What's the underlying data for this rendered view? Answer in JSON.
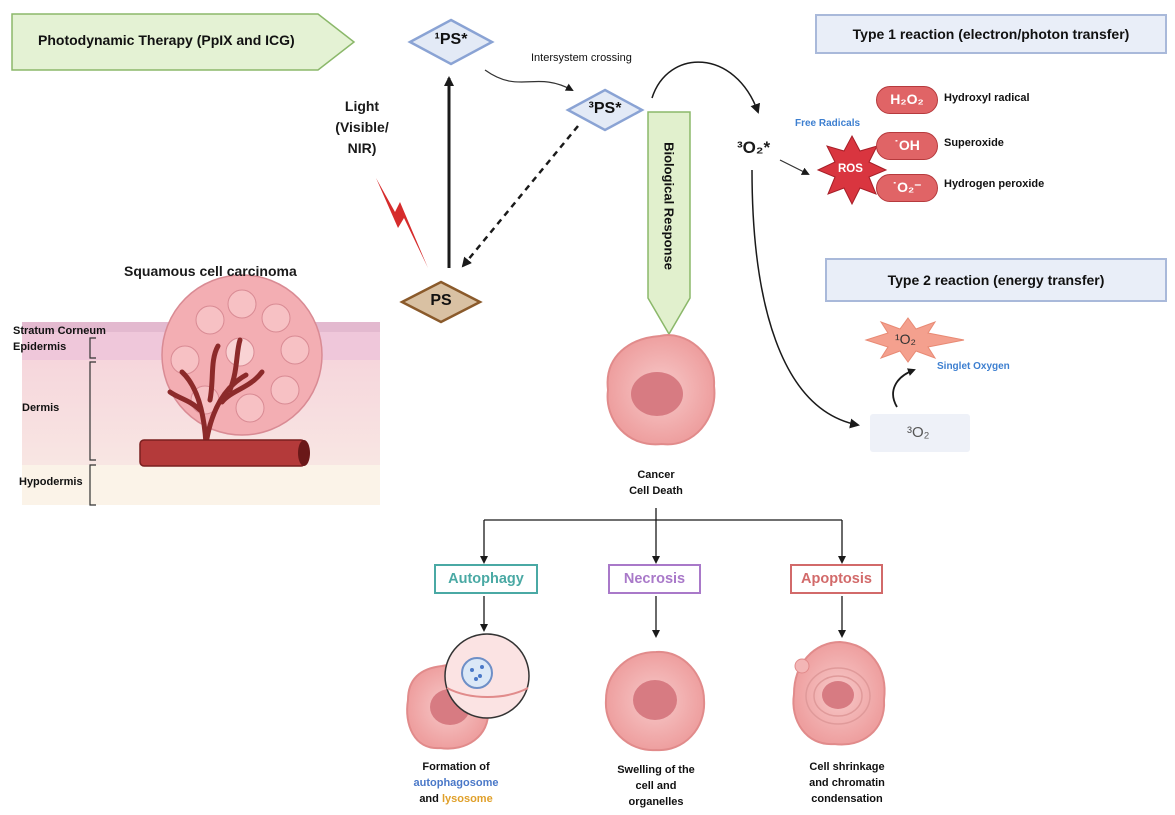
{
  "banner": {
    "title": "Photodynamic Therapy  (PpIX and ICG)"
  },
  "states": {
    "singlet_ps": "¹PS*",
    "triplet_ps": "³PS*",
    "ground_ps": "PS",
    "intersystem_crossing": "Intersystem crossing"
  },
  "light": {
    "line1": "Light",
    "line2": "(Visible/",
    "line3": "NIR)"
  },
  "biological_response": "Biological Response",
  "type1": {
    "title": "Type 1 reaction (electron/photon transfer)",
    "oxygen_excited": "³O₂*",
    "free_radicals": "Free Radicals",
    "ros": "ROS",
    "species": [
      {
        "symbol": "H₂O₂",
        "label": "Hydroxyl radical"
      },
      {
        "symbol": "˙OH",
        "label": "Superoxide"
      },
      {
        "symbol": "˙O₂⁻",
        "label": "Hydrogen peroxide"
      }
    ]
  },
  "type2": {
    "title": "Type 2 reaction (energy transfer)",
    "singlet_oxygen_symbol": "¹O₂",
    "singlet_oxygen_label": "Singlet Oxygen",
    "triplet_oxygen": "³O₂"
  },
  "tumor": {
    "title": "Squamous cell carcinoma",
    "layers": [
      "Stratum Corneum",
      "Epidermis",
      "Dermis",
      "Hypodermis"
    ]
  },
  "cell_death": {
    "line1": "Cancer",
    "line2": "Cell Death"
  },
  "pathways": [
    {
      "name": "Autophagy",
      "color": "#4aa9a4",
      "desc_line1": "Formation of",
      "desc_line2": "autophagosome",
      "desc_line3_prefix": "and ",
      "desc_line3_highlight": "lysosome",
      "highlight_colors": [
        "#4a78c8",
        "#e0a02a"
      ]
    },
    {
      "name": "Necrosis",
      "color": "#a979c9",
      "desc_line1": "Swelling of the",
      "desc_line2": "cell and",
      "desc_line3": "organelles"
    },
    {
      "name": "Apoptosis",
      "color": "#d26a6a",
      "desc_line1": "Cell shrinkage",
      "desc_line2": "and chromatin",
      "desc_line3": "condensation"
    }
  ],
  "colors": {
    "banner_fill": "#e4f2d4",
    "banner_stroke": "#8bb86a",
    "ps_diamond_fill": "#d9c1a3",
    "ps_diamond_stroke": "#8a5a2b",
    "excited_diamond_fill": "#e3eaf6",
    "excited_diamond_stroke": "#8aa3d4",
    "ros_red": "#d9353f",
    "cell_pink": "#f3b6b6",
    "blue_label": "#3d7fd0"
  }
}
